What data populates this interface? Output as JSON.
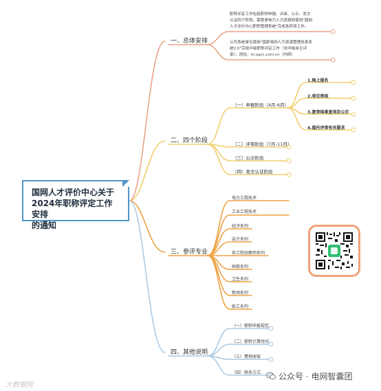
{
  "root": {
    "line1": "国网人才评价中心关于",
    "line2": "2024年职称评定工作安排",
    "line3": "的通知"
  },
  "branches": {
    "overview": {
      "label": "一、总体安排",
      "desc1": [
        "职称评定工作包括职称申报、评审、公示、发文",
        "认证四个阶段，需登录电力人力资源网使用\"国网",
        "人才评价中心职称管理系统\"完成各阶段工作。"
      ],
      "desc2": [
        "公司系统单位使用\"国家电网人力资源管理信息系",
        "统2.0\"完成中级职称评定工作（含中级自主评",
        "审）。网址：hr.sgcc.com.cn（内网）"
      ]
    },
    "stages": {
      "label": "二、四个阶段",
      "items": [
        {
          "label": "（一）申报阶段（4月-6月）"
        },
        {
          "label": "（二）评审阶段（7月-11月）"
        },
        {
          "label": "（三）公示阶段"
        },
        {
          "label": "（四）发文认证阶段"
        }
      ],
      "leaves": [
        "1.网上报名",
        "2.单位审核",
        "3.复审结果查询及公示",
        "4.委托评审有关要求"
      ]
    },
    "specialty": {
      "label": "三、参评专业",
      "items": [
        "电力工程技术",
        "工业工程技术",
        "经济系列",
        "会计系列",
        "技工院校教师系列",
        "档案系列",
        "卫生系列",
        "新闻系列",
        "政工系列"
      ]
    },
    "other": {
      "label": "四、其他说明",
      "items": [
        "（一）职称申报规范",
        "（二）职称计算时间",
        "（三）费用收取",
        "（四）联系方式"
      ]
    }
  },
  "footer": {
    "brand": "公众号 · 电网智囊团",
    "watermark": "大数据网"
  },
  "colors": {
    "overview": "#e9a287",
    "stages": "#f1cf6e",
    "specialty": "#eda243",
    "other": "#a9c9e4",
    "root_border": "#4f95c8",
    "qr_border": "#f0a27a"
  },
  "icons": [
    "wechat-icon",
    "qr-code",
    "collapse-circle-icon"
  ]
}
